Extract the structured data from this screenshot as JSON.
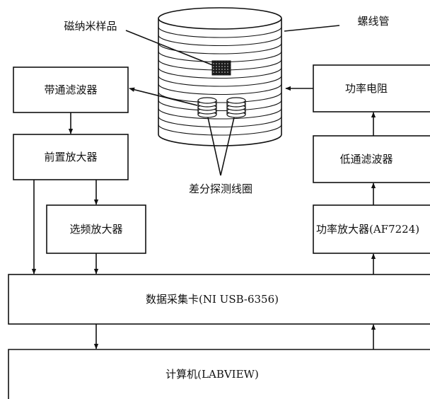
{
  "labels": {
    "sample": "磁纳米样品",
    "solenoid": "螺线管",
    "coils": "差分探测线圈"
  },
  "blocks": {
    "bandpass": "带通滤波器",
    "preamp": "前置放大器",
    "freq_amp": "选频放大器",
    "daq": "数据采集卡(NI USB-6356)",
    "computer": "计算机(LABVIEW)",
    "resistor": "功率电阻",
    "lowpass": "低通滤波器",
    "power_amp": "功率放大器(AF7224)"
  },
  "colors": {
    "line": "#111111",
    "sample_fill": "#1a1a1a"
  }
}
